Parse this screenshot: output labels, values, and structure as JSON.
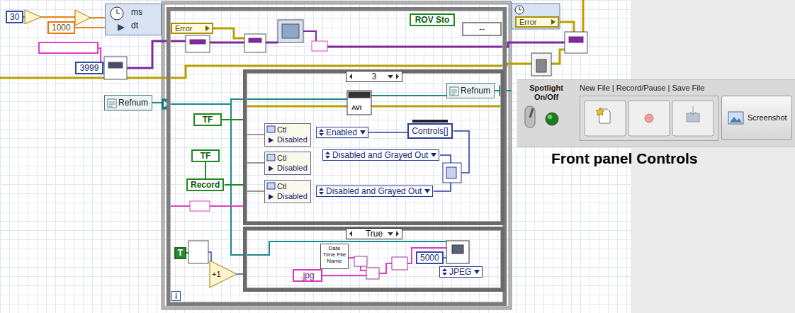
{
  "diagram": {
    "nodes": [
      {
        "text": [
          "30"
        ]
      },
      {
        "text": [
          "1000"
        ]
      },
      {
        "text": [
          "ms",
          "dt"
        ]
      },
      {
        "text": [
          "3999"
        ]
      },
      {
        "text": [
          "Refnum"
        ]
      },
      {
        "text": [
          "i"
        ]
      },
      {
        "text": [
          "Error"
        ],
        "in": 5
      },
      {
        "text": [
          "ROV Sto"
        ],
        "in": 5
      },
      {
        "text": [
          "--"
        ],
        "in": 5
      },
      {
        "text": [
          "TF"
        ],
        "in": 5
      },
      {
        "text": [
          "TF"
        ],
        "in": 5
      },
      {
        "text": [
          "Record"
        ],
        "in": 5
      },
      {
        "text": [
          "T"
        ],
        "in": 5
      },
      {
        "text": [
          "3"
        ],
        "in": 5
      },
      {
        "text": [
          "Refnum"
        ],
        "in": 13
      },
      {
        "text": [
          "Ctl",
          "Disabled"
        ],
        "in": 13
      },
      {
        "text": [
          "Enabled"
        ],
        "in": 13
      },
      {
        "text": [
          "Ctl",
          "Disabled"
        ],
        "in": 13
      },
      {
        "text": [
          "Disabled and Grayed Out"
        ],
        "in": 13
      },
      {
        "text": [
          "Controls[]"
        ],
        "in": 13
      },
      {
        "text": [
          "Ctl",
          "Disabled"
        ],
        "in": 13
      },
      {
        "text": [
          "Disabled and Grayed Out"
        ],
        "in": 13
      },
      {
        "text": [
          "True"
        ],
        "in": 5
      },
      {
        "text": [
          "Date Time File Name"
        ],
        "in": 22
      },
      {
        "text": [
          ".jpg"
        ],
        "in": 22
      },
      {
        "text": [
          "5000"
        ],
        "in": 22
      },
      {
        "text": [
          "JPEG"
        ],
        "in": 22
      },
      {
        "text": [
          "Error"
        ]
      },
      {
        "text": [
          "Spotlight On/Off"
        ]
      },
      {
        "text": [
          "New File | Record/Pause | Save File"
        ]
      },
      {
        "text": [
          "Screenshot"
        ]
      }
    ],
    "edges": [
      {
        "from": 1,
        "to": 2,
        "arrow": "none"
      },
      {
        "from": 16,
        "to": 19,
        "arrow": "none"
      }
    ],
    "labels": [
      "AVI",
      "+1",
      "Front panel Controls"
    ]
  }
}
